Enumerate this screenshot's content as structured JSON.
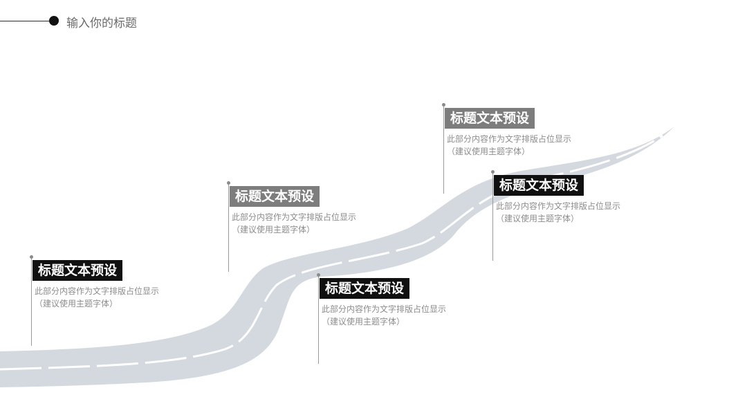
{
  "header": {
    "title": "输入你的标题"
  },
  "colors": {
    "road": "#d4d8df",
    "road_marking": "#ffffff",
    "tag_dark": "#101010",
    "tag_gray": "#7d7d7d"
  },
  "milestones": [
    {
      "title": "标题文本预设",
      "desc_line1": "此部分内容作为文字排版占位显示",
      "desc_line2": "（建议使用主题字体）"
    },
    {
      "title": "标题文本预设",
      "desc_line1": "此部分内容作为文字排版占位显示",
      "desc_line2": "（建议使用主题字体）"
    },
    {
      "title": "标题文本预设",
      "desc_line1": "此部分内容作为文字排版占位显示",
      "desc_line2": "（建议使用主题字体）"
    },
    {
      "title": "标题文本预设",
      "desc_line1": "此部分内容作为文字排版占位显示",
      "desc_line2": "（建议使用主题字体）"
    },
    {
      "title": "标题文本预设",
      "desc_line1": "此部分内容作为文字排版占位显示",
      "desc_line2": "（建议使用主题字体）"
    }
  ]
}
